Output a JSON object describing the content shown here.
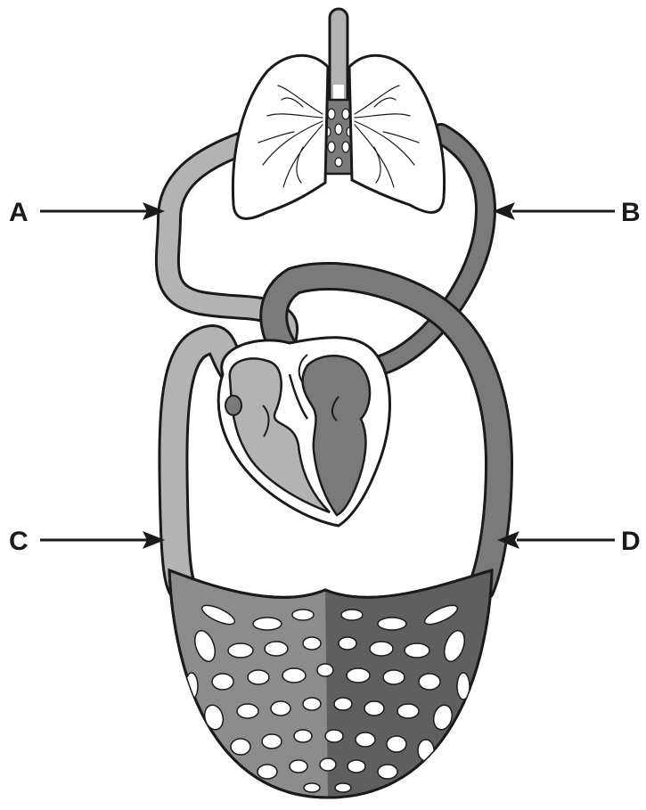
{
  "diagram": {
    "labels": {
      "a": "A",
      "b": "B",
      "c": "C",
      "d": "D"
    }
  },
  "colors": {
    "outline": "#1a1a1a",
    "deoxygenated": "#b3b3b3",
    "oxygenated": "#7a7a7a",
    "capillary_dark": "#5f5f5f",
    "lung_fill": "#ffffff",
    "background": "#ffffff"
  }
}
